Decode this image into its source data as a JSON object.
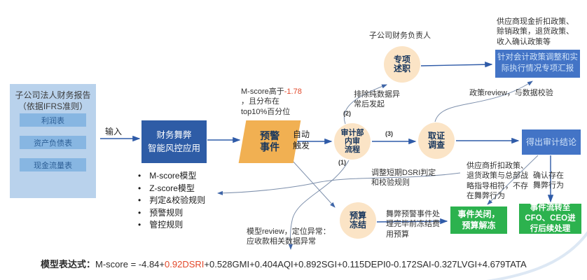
{
  "left_panel": {
    "title": "子公司法人财务报告\n（依据IFRS准则）",
    "items": [
      "利润表",
      "资产负债表",
      "现金流量表"
    ]
  },
  "input_label": "输入",
  "engine_box": "财务舞弊\n智能风控应用",
  "bullets": [
    "M-score模型",
    "Z-score模型",
    "判定&校验规则",
    "预警规则",
    "管控规则"
  ],
  "alert_event": "预警\n事件",
  "mscore_note": {
    "prefix": "M-score高于",
    "value": "-1.78",
    "rest": "\n，且分布在\ntop10%百分位"
  },
  "auto_trigger": "自动\n触发",
  "audit_circle": "审计部\n内审\n流程",
  "evidence_circle": "取证\n调查",
  "review_circle": "专项\n述职",
  "freeze_circle": "预算\n冻结",
  "steps": {
    "s1": "(1)",
    "s2": "(2)",
    "s3": "(3)"
  },
  "annotations": {
    "cfo_lead": "子公司财务负责人",
    "exclude_anomaly": "排除纯数据异\n常后发起",
    "supplier_policies_top": "供应商现金折扣政策、\n赊销政策，退货政策、\n收入确认政策等",
    "policy_review": "政策review，与数据校验",
    "adjust_dsri": "调整短期DSRI判定\n和校验规则",
    "supplier_policies_mid": "供应商折扣政策、\n退货政策与总部战\n略指导相符，不存\n在舞弊行为",
    "confirm_fraud": "确认存在\n舞弊行为",
    "freeze_note": "舞弊预警事件处\n理完毕前冻结费\n用预算",
    "model_review": "模型review，定位异常：\n应收款相关数据异常"
  },
  "report_box": "针对会计政策调整和实\n际执行情况专项汇报",
  "conclusion_box": "得出审计结论",
  "close_box": "事件关闭，\n预算解冻",
  "escalate_box": "事件流转至\nCFO、CEO进\n行后续处理",
  "formula": {
    "label": "模型表达式：",
    "pre": "M-score = -4.84+",
    "highlight": "0.92DSRI",
    "post": "+0.528GMI+0.404AQI+0.892SGI+0.115DEPI0-0.172SAI-0.327LVGI+4.679TATA"
  },
  "colors": {
    "main_blue": "#2E5CA6",
    "node_peach": "#FBE4C6",
    "accent_orange": "#F1B052",
    "green": "#2CB24E",
    "right_blue": "#4374C6",
    "highlight_red": "#E2482A"
  }
}
